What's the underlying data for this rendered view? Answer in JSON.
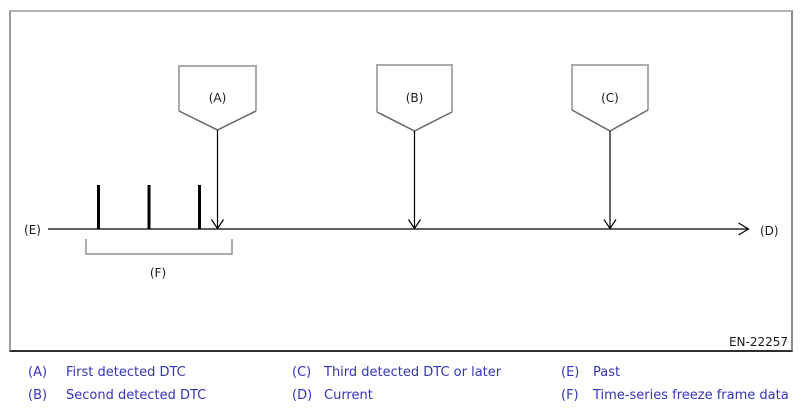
{
  "diagram": {
    "code": "EN-22257",
    "markers": [
      {
        "id": "A",
        "label": "(A)"
      },
      {
        "id": "B",
        "label": "(B)"
      },
      {
        "id": "C",
        "label": "(C)"
      }
    ],
    "axis": {
      "left_label": "(E)",
      "right_label": "(D)",
      "bracket_label": "(F)"
    },
    "freeze_frame_tick_count": 3
  },
  "legend": {
    "text_color": "#3333bb",
    "items": [
      {
        "key": "(A)",
        "text": "First detected DTC"
      },
      {
        "key": "(B)",
        "text": "Second detected DTC"
      },
      {
        "key": "(C)",
        "text": "Third detected DTC or later"
      },
      {
        "key": "(D)",
        "text": "Current"
      },
      {
        "key": "(E)",
        "text": "Past"
      },
      {
        "key": "(F)",
        "text": "Time-series freeze frame data"
      }
    ]
  }
}
